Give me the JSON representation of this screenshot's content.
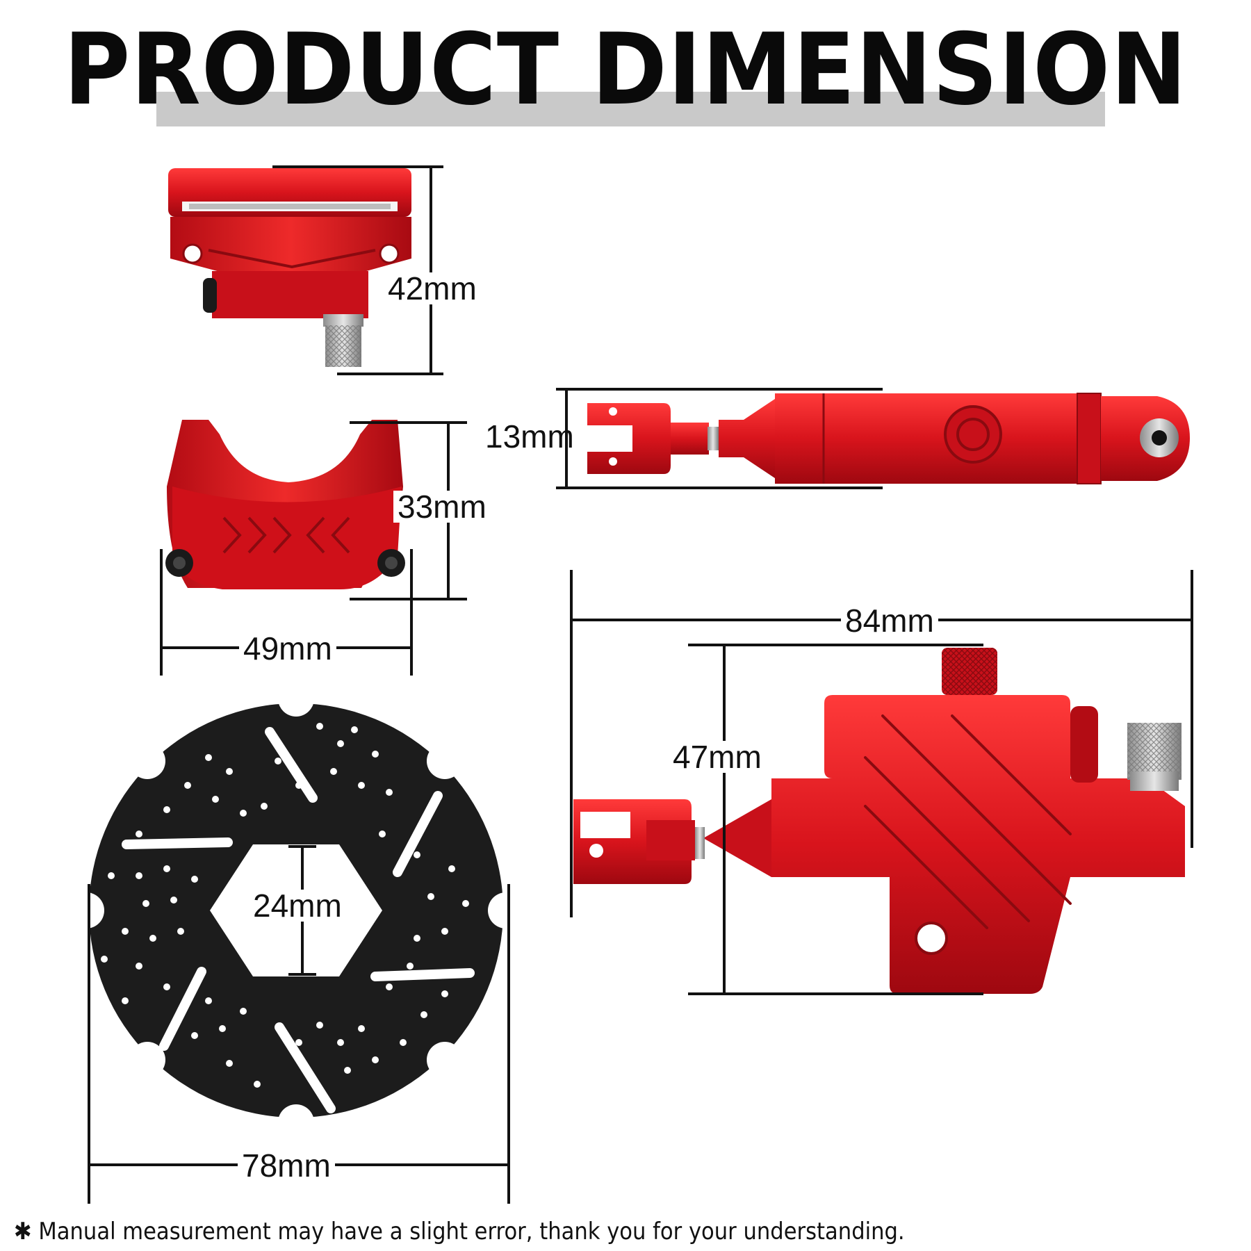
{
  "title": "PRODUCT DIMENSION",
  "dimensions": {
    "caliper_height": "42mm",
    "rod_height": "13mm",
    "bracket_height": "33mm",
    "bracket_width": "49mm",
    "master_width": "84mm",
    "master_height": "47mm",
    "disc_hole": "24mm",
    "disc_diameter": "78mm"
  },
  "footnote": {
    "symbol": "✱",
    "text": "Manual measurement may have a slight error, thank you for your understanding."
  },
  "colors": {
    "part_red": "#d8141c",
    "part_dark_red": "#a00a10",
    "disc_black": "#1c1c1c",
    "title_band": "#c9c9c9"
  }
}
